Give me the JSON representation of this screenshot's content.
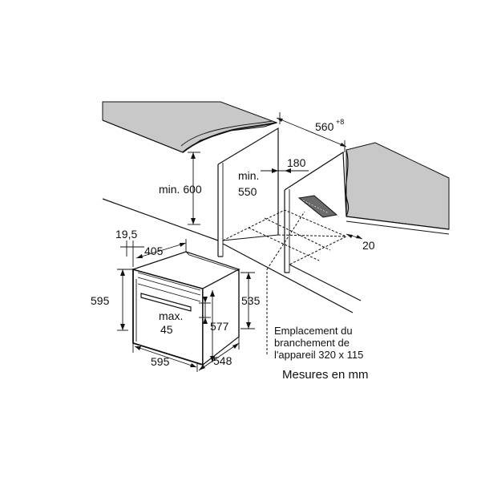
{
  "dimensions": {
    "depth_top": "560",
    "depth_top_sup": "+8",
    "niche_height": "min. 600",
    "niche_depth_line1": "min.",
    "niche_depth_line2": "550",
    "back_gap": "180",
    "side_gap": "20",
    "front_thickness": "19,5",
    "top_width": "405",
    "front_height": "595",
    "body_height": "535",
    "max_line1": "max.",
    "max_line2": "45",
    "inner_height": "577",
    "front_width": "595",
    "body_width": "548"
  },
  "notes": {
    "connection_line1": "Emplacement du",
    "connection_line2": "branchement de",
    "connection_line3": "l'appareil 320 x 115",
    "units": "Mesures en mm"
  },
  "colors": {
    "countertop": "#c8c8c8",
    "connection_box": "#6a6a6a",
    "line": "#111111"
  }
}
